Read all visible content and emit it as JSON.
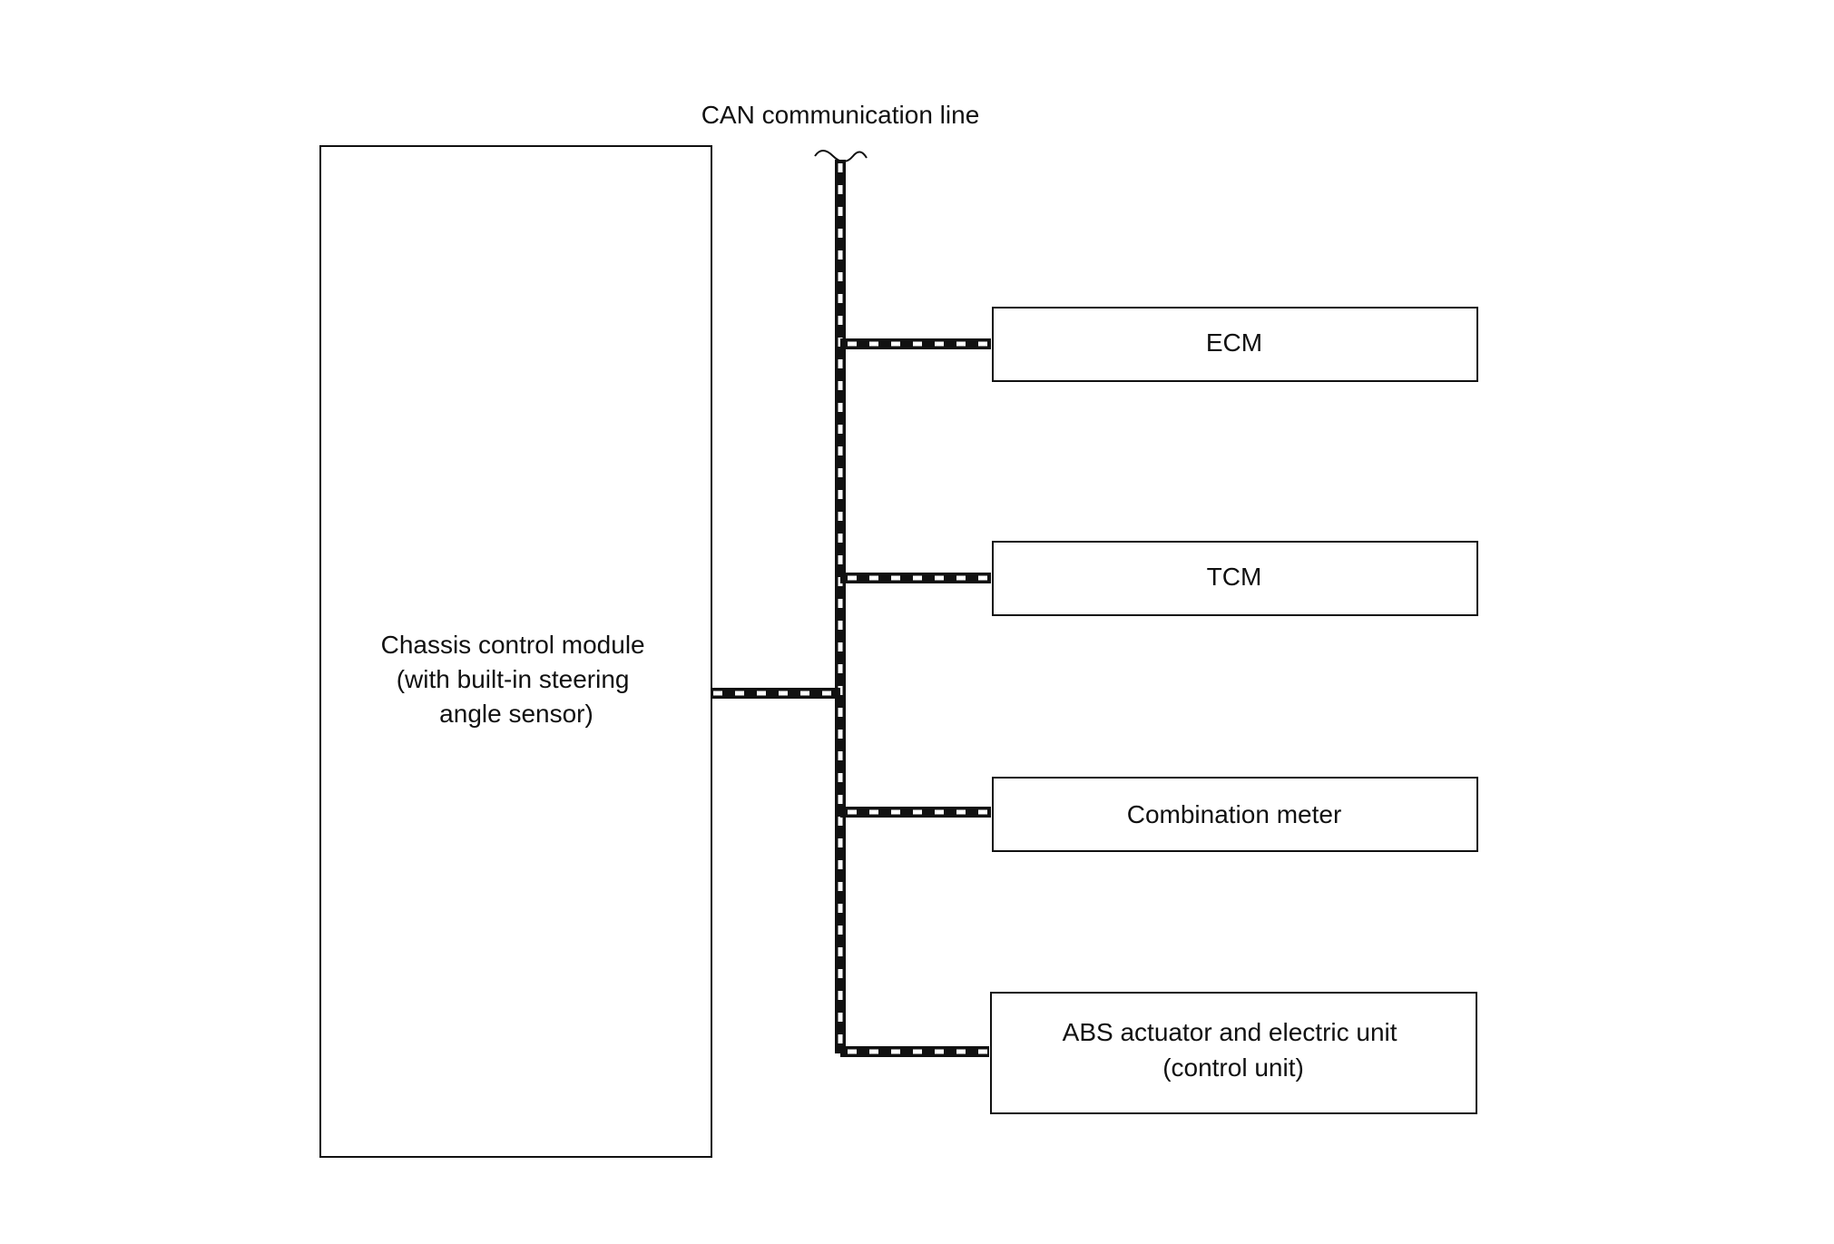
{
  "bus": {
    "title": "CAN communication line"
  },
  "modules": {
    "chassis": {
      "lines": [
        "Chassis control module",
        "(with built-in steering",
        "angle sensor)"
      ]
    },
    "ecm": {
      "lines": [
        "ECM"
      ]
    },
    "tcm": {
      "lines": [
        "TCM"
      ]
    },
    "combination_meter": {
      "lines": [
        "Combination meter"
      ]
    },
    "abs": {
      "lines": [
        "ABS actuator and electric unit",
        "(control unit)"
      ]
    }
  },
  "colors": {
    "line": "#111111",
    "dash": "#ffffff",
    "background": "#ffffff"
  }
}
